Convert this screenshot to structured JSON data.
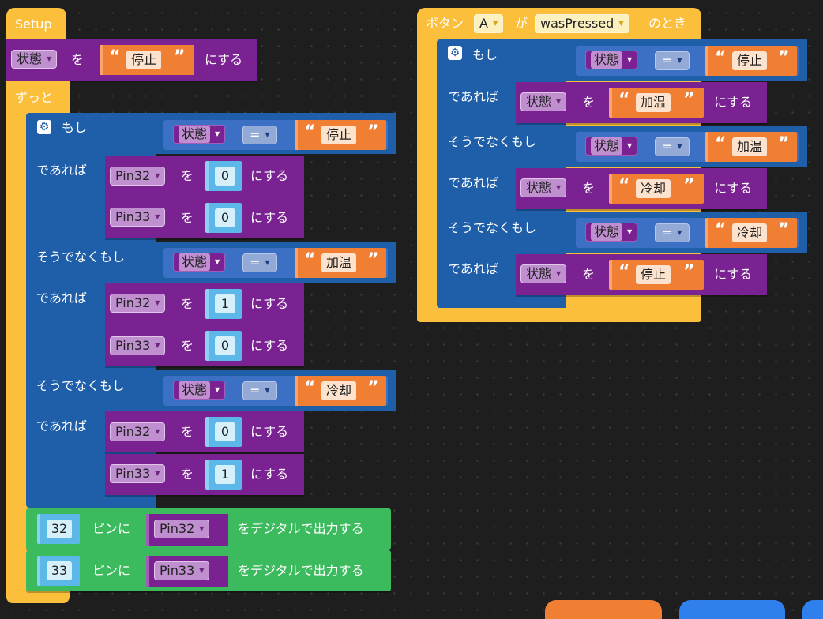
{
  "setup": {
    "hat_label": "Setup",
    "var_name": "状態",
    "wo": "を",
    "value": "停止",
    "suru": "にする"
  },
  "loop": {
    "hat_label": "ずっと",
    "if_label": "もし",
    "then_label": "であれば",
    "elseif_label": "そうでなくもし",
    "var_name": "状態",
    "operator": "=",
    "wo": "を",
    "suru": "にする",
    "cond1": "停止",
    "cond2": "加温",
    "cond3": "冷却",
    "pin32": "Pin32",
    "pin33": "Pin33",
    "b1_pin32_val": "0",
    "b1_pin33_val": "0",
    "b2_pin32_val": "1",
    "b2_pin33_val": "0",
    "b3_pin32_val": "0",
    "b3_pin33_val": "1",
    "out1_pin": "32",
    "out2_pin": "33",
    "pin_ni": "ピンに",
    "digital_out": "をデジタルで出力する"
  },
  "button": {
    "label": "ボタン",
    "button_name": "A",
    "ga": "が",
    "event": "wasPressed",
    "notoki": "のとき",
    "if_label": "もし",
    "then_label": "であれば",
    "elseif_label": "そうでなくもし",
    "var_name": "状態",
    "operator": "=",
    "wo": "を",
    "suru": "にする",
    "cond1": "停止",
    "set1": "加温",
    "cond2": "加温",
    "set2": "冷却",
    "cond3": "冷却",
    "set3": "停止"
  },
  "colors": {
    "event": "#fbbf3c",
    "variable": "#7a2291",
    "logic": "#1f5ea8",
    "io": "#3cba5e",
    "text": "#f07e33",
    "math": "#5bb8e9"
  }
}
